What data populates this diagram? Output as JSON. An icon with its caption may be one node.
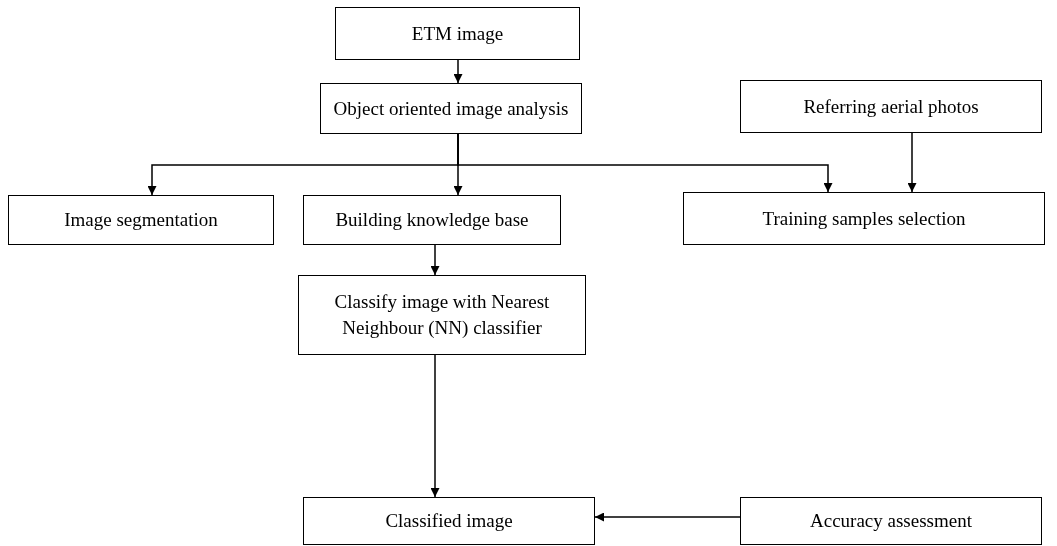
{
  "diagram": {
    "nodes": [
      {
        "text": [
          "ETM image"
        ]
      },
      {
        "text": [
          "Object oriented image analysis"
        ]
      },
      {
        "text": [
          "Referring aerial photos"
        ]
      },
      {
        "text": [
          "Image segmentation"
        ]
      },
      {
        "text": [
          "Building knowledge base"
        ]
      },
      {
        "text": [
          "Training samples selection"
        ]
      },
      {
        "text": [
          "Classify image with Nearest Neighbour (NN) classifier"
        ]
      },
      {
        "text": [
          "Classified image"
        ]
      },
      {
        "text": [
          "Accuracy assessment"
        ]
      }
    ],
    "edges": [
      {
        "from": 0,
        "to": 1,
        "arrow": "to"
      },
      {
        "from": 1,
        "to": 3,
        "arrow": "to"
      },
      {
        "from": 1,
        "to": 4,
        "arrow": "to"
      },
      {
        "from": 1,
        "to": 5,
        "arrow": "to"
      },
      {
        "from": 2,
        "to": 5,
        "arrow": "to"
      },
      {
        "from": 4,
        "to": 6,
        "arrow": "to"
      },
      {
        "from": 6,
        "to": 7,
        "arrow": "to"
      },
      {
        "from": 8,
        "to": 7,
        "arrow": "to"
      }
    ]
  }
}
